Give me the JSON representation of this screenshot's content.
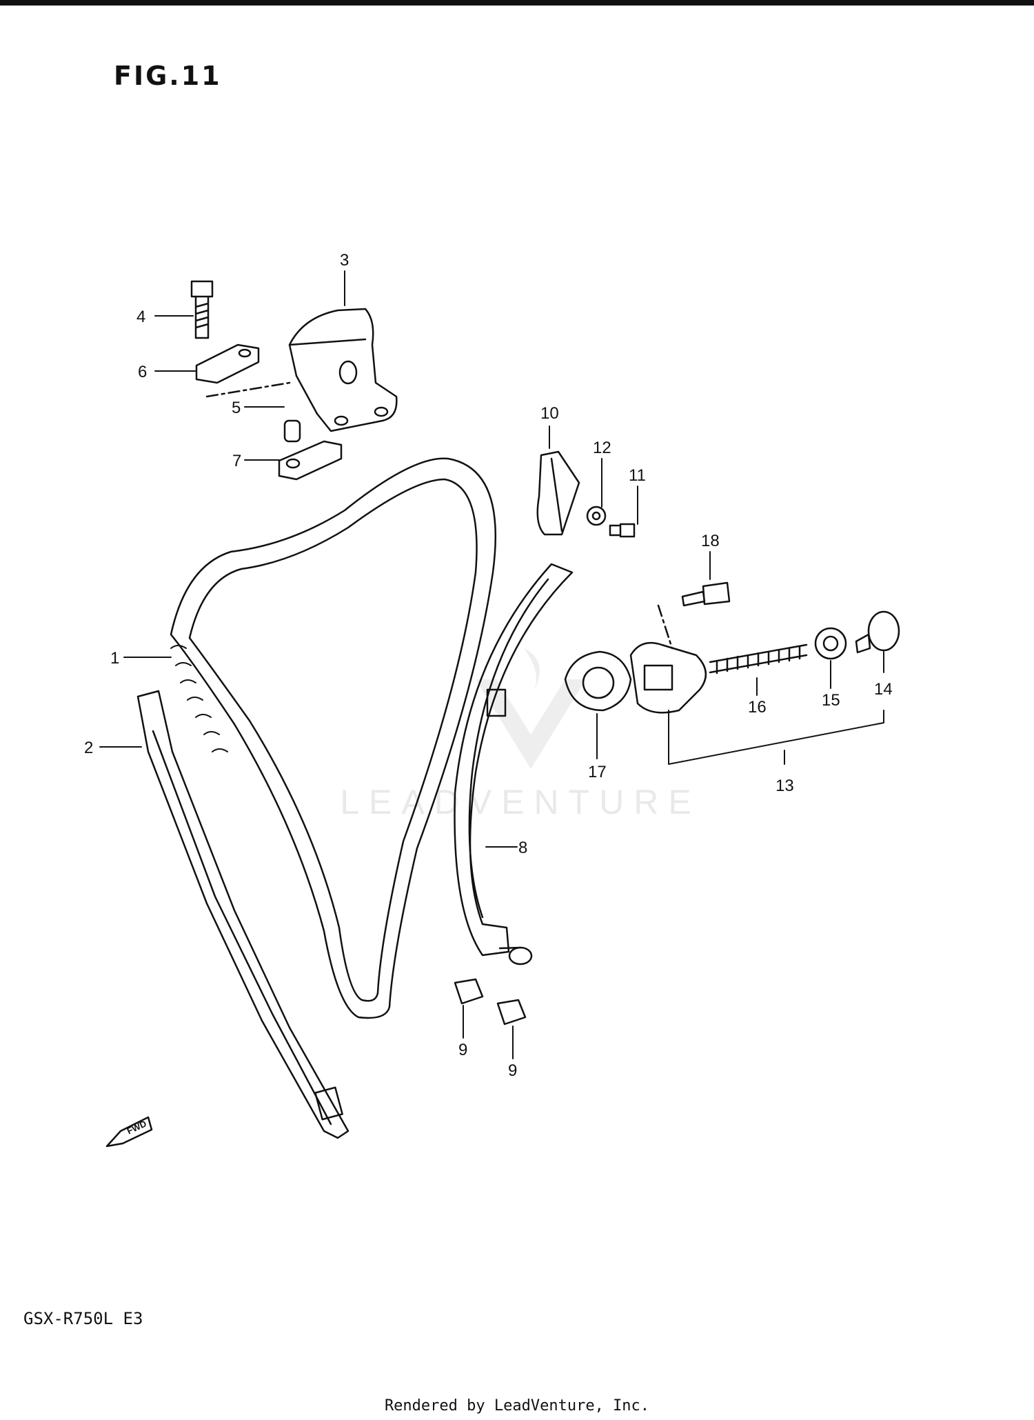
{
  "figure": {
    "title": "FIG.11",
    "model_code": "GSX-R750L  E3",
    "credit": "Rendered by LeadVenture, Inc.",
    "watermark": "LEADVENTURE",
    "fwd_label": "FWD"
  },
  "callouts": [
    "1",
    "2",
    "3",
    "4",
    "5",
    "6",
    "7",
    "8",
    "9",
    "9",
    "10",
    "11",
    "12",
    "13",
    "14",
    "15",
    "16",
    "17",
    "18"
  ],
  "colors": {
    "ink": "#111111",
    "watermark": "#e9e9e9",
    "paper": "#ffffff"
  }
}
